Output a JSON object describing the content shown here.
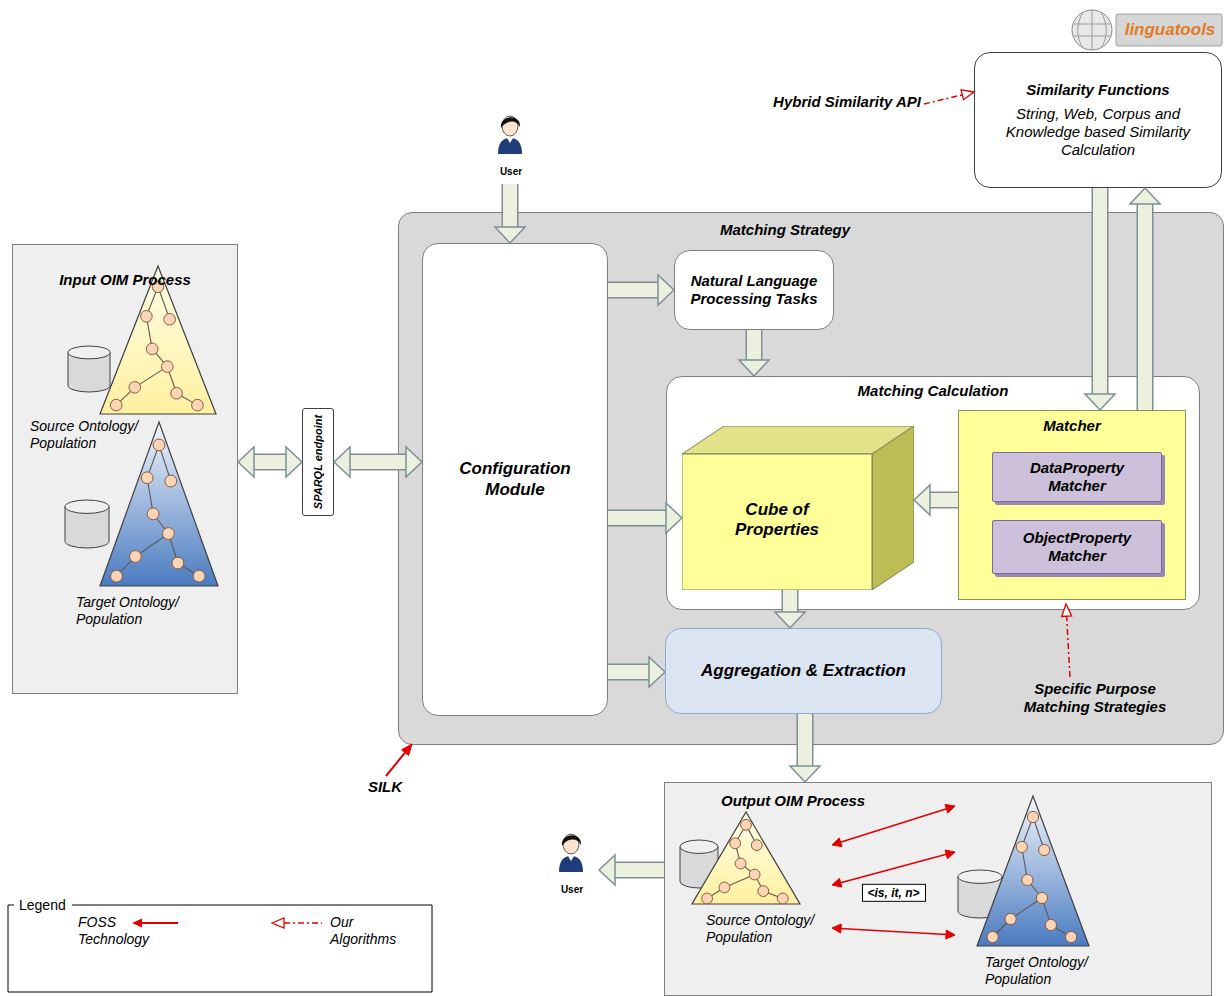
{
  "diagram": {
    "nodes": [
      {
        "text": [
          "Input OIM Process"
        ]
      },
      {
        "text": [
          "Source Ontology/ Population"
        ],
        "in": 0
      },
      {
        "text": [
          "Target Ontology/ Population"
        ],
        "in": 0
      },
      {
        "text": [
          "SPARQL endpoint"
        ]
      },
      {
        "text": [
          "User"
        ]
      },
      {
        "text": [
          "Matching Strategy"
        ]
      },
      {
        "text": [
          "Configuration Module"
        ],
        "in": 5
      },
      {
        "text": [
          "Natural Language Processing Tasks"
        ],
        "in": 5
      },
      {
        "text": [
          "Matching Calculation"
        ],
        "in": 5
      },
      {
        "text": [
          "Cube of Properties"
        ],
        "in": 8
      },
      {
        "text": [
          "Matcher"
        ],
        "in": 8
      },
      {
        "text": [
          "DataProperty Matcher"
        ],
        "in": 10
      },
      {
        "text": [
          "ObjectProperty Matcher"
        ],
        "in": 10
      },
      {
        "text": [
          "Aggregation & Extraction"
        ],
        "in": 5
      },
      {
        "text": [
          "Similarity Functions",
          "String, Web, Corpus and Knowledge based Similarity Calculation"
        ]
      },
      {
        "text": [
          "Output OIM Process"
        ]
      },
      {
        "text": [
          "Source Ontology/ Population"
        ],
        "in": 15
      },
      {
        "text": [
          "Target Ontology/ Population"
        ],
        "in": 15
      },
      {
        "text": [
          "User"
        ]
      }
    ],
    "edges": [
      {
        "from": 0,
        "to": 3,
        "arrow": "both"
      },
      {
        "from": 3,
        "to": 6,
        "arrow": "both"
      },
      {
        "from": 4,
        "to": 6,
        "arrow": "to"
      },
      {
        "from": 6,
        "to": 7,
        "arrow": "to"
      },
      {
        "from": 6,
        "to": 9,
        "arrow": "to"
      },
      {
        "from": 6,
        "to": 13,
        "arrow": "to"
      },
      {
        "from": 7,
        "to": 8,
        "arrow": "to"
      },
      {
        "from": 10,
        "to": 9,
        "arrow": "to"
      },
      {
        "from": 9,
        "to": 13,
        "arrow": "to"
      },
      {
        "from": 14,
        "to": 10,
        "arrow": "to"
      },
      {
        "from": 10,
        "to": 14,
        "arrow": "to"
      },
      {
        "from": 13,
        "to": 15,
        "arrow": "to"
      },
      {
        "from": 15,
        "to": 18,
        "arrow": "to"
      },
      {
        "from": 16,
        "to": 17,
        "arrow": "both"
      },
      {
        "from": 16,
        "to": 17,
        "label": "<is, it, n>",
        "arrow": "both"
      },
      {
        "from": 16,
        "to": 17,
        "arrow": "both"
      }
    ],
    "labels": [
      "Hybrid Similarity API",
      "Specific Purpose Matching Strategies",
      "SILK",
      "Legend",
      "linguatools"
    ],
    "legend": [
      {
        "text": "FOSS Technology"
      },
      {
        "text": "Our Algorithms"
      }
    ]
  }
}
